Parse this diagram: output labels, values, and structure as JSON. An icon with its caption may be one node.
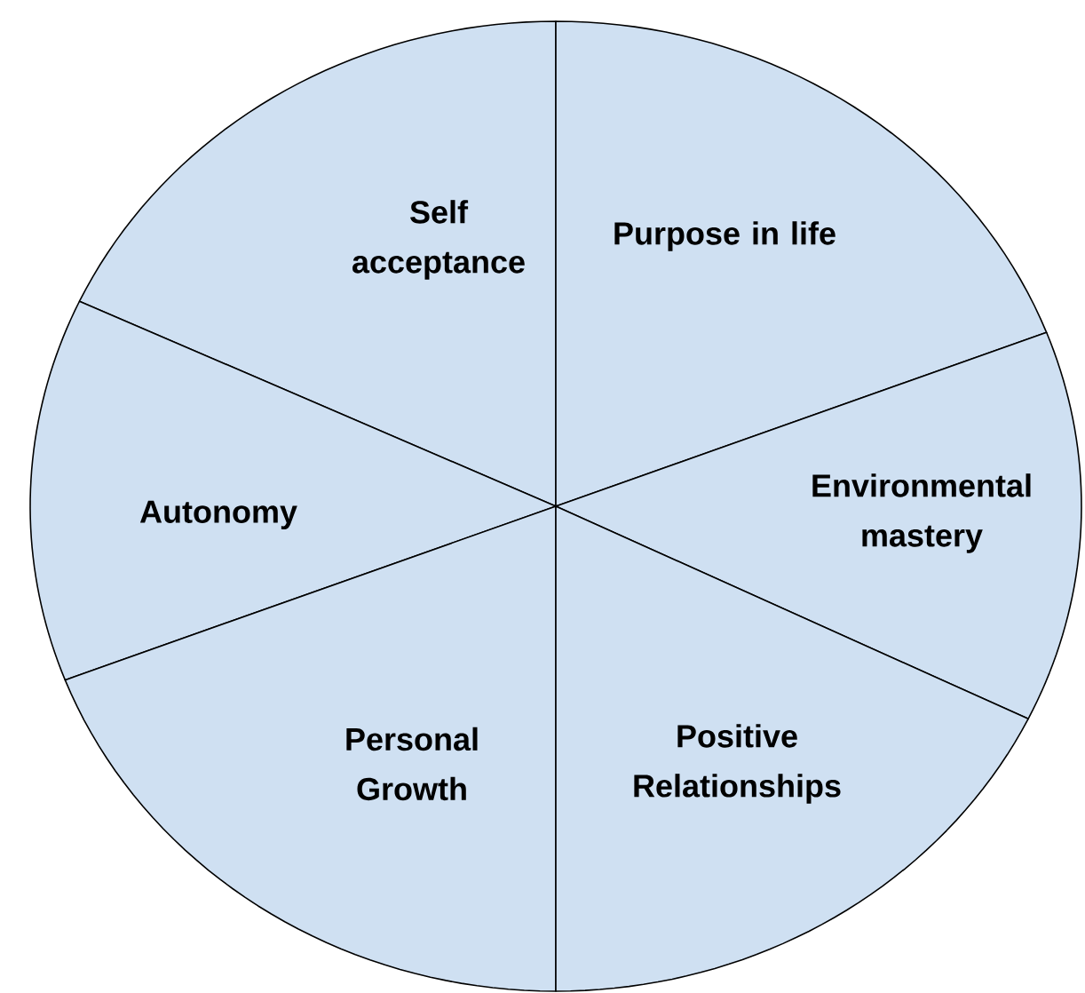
{
  "diagram": {
    "nodes": [
      {
        "text": [
          "Self acceptance"
        ]
      },
      {
        "text": [
          "Purpose in life"
        ]
      },
      {
        "text": [
          "Autonomy"
        ]
      },
      {
        "text": [
          "Environmental mastery"
        ]
      },
      {
        "text": [
          "Personal Growth"
        ]
      },
      {
        "text": [
          "Positive Relationships"
        ]
      }
    ]
  }
}
